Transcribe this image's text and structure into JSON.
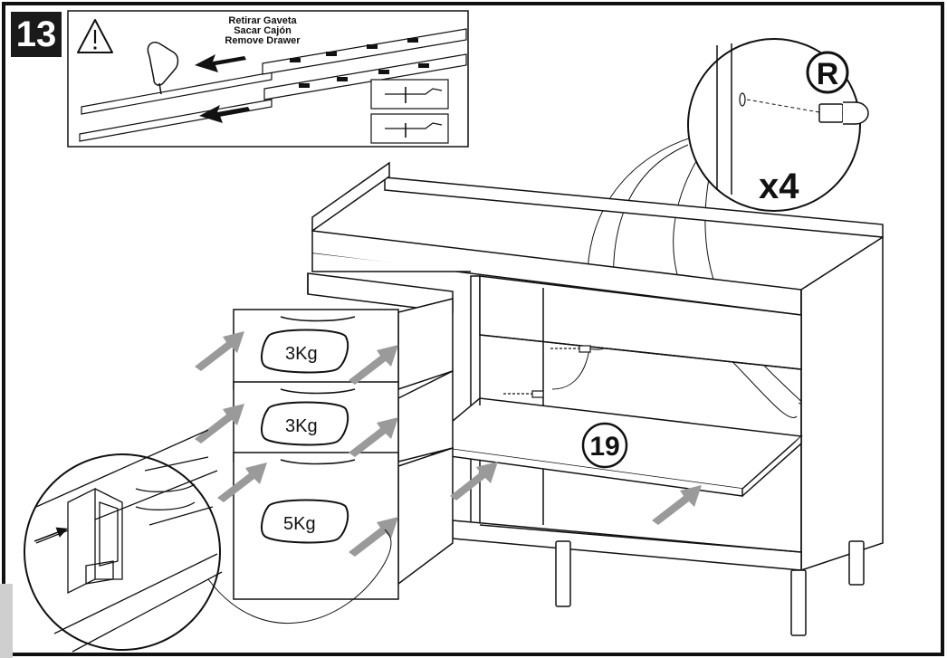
{
  "step": {
    "number": "13"
  },
  "warning": {
    "icon": "warning-triangle-icon",
    "lines": [
      "Retirar Gaveta",
      "Sacar Cajón",
      "Remove Drawer"
    ]
  },
  "callout_screw": {
    "letter": "R",
    "quantity": "x4"
  },
  "drawers": [
    {
      "weight": "3Kg"
    },
    {
      "weight": "3Kg"
    },
    {
      "weight": "5Kg"
    }
  ],
  "shelf": {
    "part": "19"
  },
  "colors": {
    "ink": "#111111",
    "arrow_grey": "#9a9a9a",
    "step_bg": "#1a1a1a",
    "side_tab": "#cfcfcf"
  }
}
